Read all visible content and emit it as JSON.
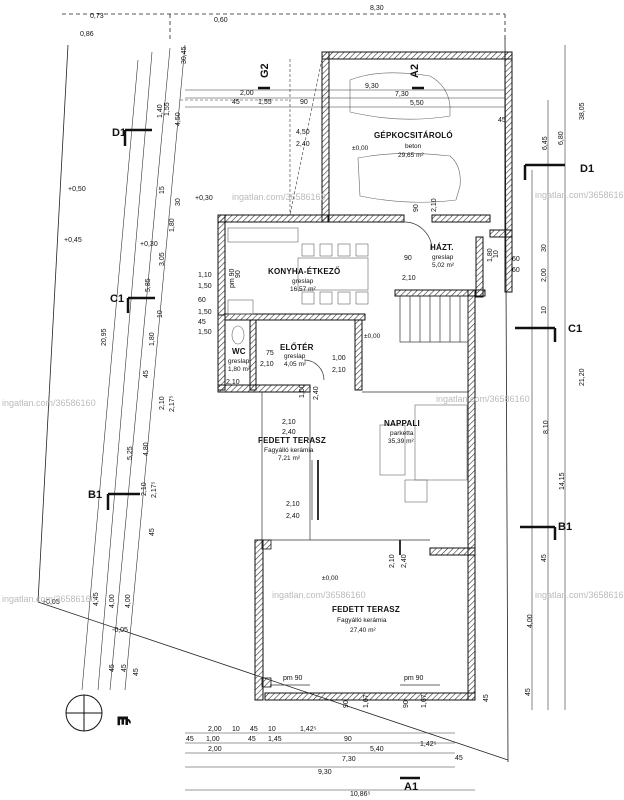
{
  "rooms": {
    "garage": {
      "name": "GÉPKOCSITÁROLÓ",
      "material": "beton",
      "area": "29,65 m²",
      "level": "±0,00"
    },
    "kitchen": {
      "name": "KONYHA-ÉTKEZŐ",
      "material": "greslap",
      "area": "16,57 m²"
    },
    "hazt": {
      "name": "HÁZT.",
      "material": "greslap",
      "area": "5,02 m²"
    },
    "wc": {
      "name": "WC",
      "material": "greslap",
      "area": "1,80 m²"
    },
    "eloter": {
      "name": "ELŐTÉR",
      "material": "greslap",
      "area": "4,05 m²",
      "level": "±0,00"
    },
    "nappali": {
      "name": "NAPPALI",
      "material": "parketta",
      "area": "35,39 m²"
    },
    "terasz_small": {
      "name": "FEDETT TERASZ",
      "material": "Fagyálló kerámia",
      "area": "7,21 m²"
    },
    "terasz_large": {
      "name": "FEDETT TERASZ",
      "material": "Fagyálló kerámia",
      "area": "27,40 m²",
      "level": "±0,00"
    }
  },
  "sections": {
    "a2_top": "A2",
    "g2_top": "G2",
    "d1_left": "D1",
    "d1_right": "D1",
    "c1_left": "C1",
    "c1_right": "C1",
    "b1_left": "B1",
    "b1_right": "B1",
    "a1_bottom": "A1"
  },
  "levels": {
    "p050": "+0,50",
    "p045": "+0,45",
    "p030a": "+0,30",
    "p030b": "+0,30",
    "p005": "+0,05",
    "m005": "-0,05"
  },
  "top_dims": {
    "r1": "9,30",
    "r2": "7,30",
    "r3": "5,50",
    "r4": "2,00",
    "r5a": "45",
    "r5b": "1,55",
    "r5c": "90",
    "r5d": "45",
    "top_a": "0,73",
    "top_b": "8,30",
    "top_c": "0,60",
    "top_d": "0,86"
  },
  "bottom_dims": {
    "b1a": "2,00",
    "b1b": "10",
    "b1c": "45",
    "b1d": "10",
    "b1e": "1,42⁵",
    "b1f": "90",
    "b1g": "1,42⁵",
    "b2a": "45",
    "b2b": "1,00",
    "b2c": "45",
    "b2d": "1,45",
    "b2e": "5,40",
    "b2f": "45",
    "b3a": "2,00",
    "b3b": "7,30",
    "b4": "9,30",
    "b5": "10,86⁵"
  },
  "left_dims": {
    "l1": "30,45",
    "l2": "1,40",
    "l3": "4,50",
    "l4": "1,55",
    "l5": "30",
    "l6": "1,80",
    "l7": "3,05",
    "l8": "5,85",
    "l9": "20,95",
    "l10": "1,80",
    "l11": "45",
    "l12": "2,10",
    "l13": "2,17⁵",
    "l14": "5,25",
    "l15": "4,80",
    "l16": "2,10",
    "l17": "2,17⁵",
    "l18": "45",
    "l19": "4,45",
    "l20": "4,00",
    "l21": "4,00",
    "l22": "45",
    "l23": "45",
    "l24": "45",
    "l25": "15",
    "l26": "10"
  },
  "right_dims": {
    "r1": "38,05",
    "r2": "6,45",
    "r3": "6,80",
    "r4": "30",
    "r5": "2,00",
    "r6": "10",
    "r7": "21,20",
    "r8": "8,10",
    "r9": "14,15",
    "r10": "45",
    "r11": "4,00",
    "r12": "45",
    "r13": "60",
    "r14": "60",
    "r15": "10"
  },
  "inner_dims": {
    "g1": "4,50",
    "g2": "2,40",
    "g3": "90",
    "g4": "2,10",
    "k1": "1,10",
    "k2": "1,50",
    "k3": "60",
    "k4": "1,50",
    "k5": "1,50",
    "k6": "45",
    "k7": "90",
    "pm": "pm 90",
    "h1": "2,10",
    "h2": "90",
    "h3": "1,80",
    "w1": "75",
    "w2": "2,10",
    "w3": "2,10",
    "w4": "1,00",
    "w5": "2,10",
    "n1": "1,00",
    "n2": "2,40",
    "n3": "2,10",
    "n4": "2,40",
    "n5": "2,10",
    "n6": "2,40",
    "n7": "2,10",
    "n8": "2,40",
    "t1": "pm 90",
    "t2": "pm 90",
    "t3": "90",
    "t4": "1,67",
    "t5": "90",
    "t6": "1,67",
    "bd": "45"
  },
  "watermark": "ingatlan.com/36586160"
}
